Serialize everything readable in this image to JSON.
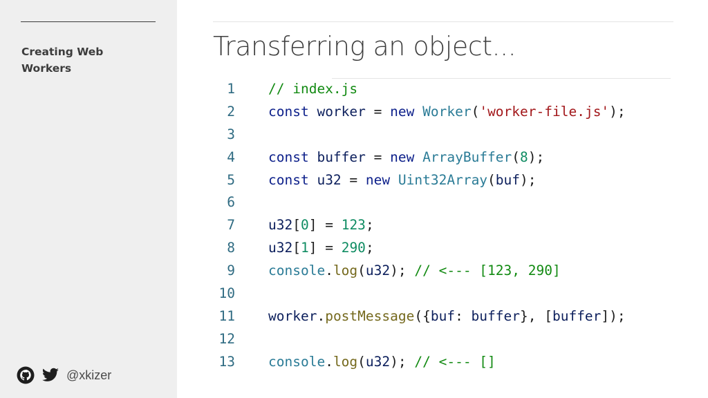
{
  "sidebar": {
    "section_title": "Creating Web\nWorkers",
    "handle": "@xkizer",
    "icons": [
      "github-icon",
      "twitter-icon"
    ]
  },
  "slide": {
    "title": "Transferring an object..."
  },
  "code": {
    "language": "javascript",
    "lines": [
      {
        "num": "1",
        "tokens": [
          {
            "t": "// index.js",
            "k": "c"
          }
        ]
      },
      {
        "num": "2",
        "tokens": [
          {
            "t": "const",
            "k": "k"
          },
          {
            "t": " ",
            "k": "p"
          },
          {
            "t": "worker",
            "k": "v"
          },
          {
            "t": " = ",
            "k": "p"
          },
          {
            "t": "new",
            "k": "k"
          },
          {
            "t": " ",
            "k": "p"
          },
          {
            "t": "Worker",
            "k": "cl"
          },
          {
            "t": "(",
            "k": "p"
          },
          {
            "t": "'worker-file.js'",
            "k": "s"
          },
          {
            "t": ");",
            "k": "p"
          }
        ]
      },
      {
        "num": "3",
        "tokens": []
      },
      {
        "num": "4",
        "tokens": [
          {
            "t": "const",
            "k": "k"
          },
          {
            "t": " ",
            "k": "p"
          },
          {
            "t": "buffer",
            "k": "v"
          },
          {
            "t": " = ",
            "k": "p"
          },
          {
            "t": "new",
            "k": "k"
          },
          {
            "t": " ",
            "k": "p"
          },
          {
            "t": "ArrayBuffer",
            "k": "cl"
          },
          {
            "t": "(",
            "k": "p"
          },
          {
            "t": "8",
            "k": "n"
          },
          {
            "t": ");",
            "k": "p"
          }
        ]
      },
      {
        "num": "5",
        "tokens": [
          {
            "t": "const",
            "k": "k"
          },
          {
            "t": " ",
            "k": "p"
          },
          {
            "t": "u32",
            "k": "v"
          },
          {
            "t": " = ",
            "k": "p"
          },
          {
            "t": "new",
            "k": "k"
          },
          {
            "t": " ",
            "k": "p"
          },
          {
            "t": "Uint32Array",
            "k": "cl"
          },
          {
            "t": "(",
            "k": "p"
          },
          {
            "t": "buf",
            "k": "v"
          },
          {
            "t": ");",
            "k": "p"
          }
        ]
      },
      {
        "num": "6",
        "tokens": []
      },
      {
        "num": "7",
        "tokens": [
          {
            "t": "u32",
            "k": "v"
          },
          {
            "t": "[",
            "k": "p"
          },
          {
            "t": "0",
            "k": "n"
          },
          {
            "t": "] = ",
            "k": "p"
          },
          {
            "t": "123",
            "k": "n"
          },
          {
            "t": ";",
            "k": "p"
          }
        ]
      },
      {
        "num": "8",
        "tokens": [
          {
            "t": "u32",
            "k": "v"
          },
          {
            "t": "[",
            "k": "p"
          },
          {
            "t": "1",
            "k": "n"
          },
          {
            "t": "] = ",
            "k": "p"
          },
          {
            "t": "290",
            "k": "n"
          },
          {
            "t": ";",
            "k": "p"
          }
        ]
      },
      {
        "num": "9",
        "tokens": [
          {
            "t": "console",
            "k": "cl"
          },
          {
            "t": ".",
            "k": "p"
          },
          {
            "t": "log",
            "k": "f"
          },
          {
            "t": "(",
            "k": "p"
          },
          {
            "t": "u32",
            "k": "v"
          },
          {
            "t": "); ",
            "k": "p"
          },
          {
            "t": "// <--- [123, 290]",
            "k": "c"
          }
        ]
      },
      {
        "num": "10",
        "tokens": []
      },
      {
        "num": "11",
        "tokens": [
          {
            "t": "worker",
            "k": "v"
          },
          {
            "t": ".",
            "k": "p"
          },
          {
            "t": "postMessage",
            "k": "f"
          },
          {
            "t": "({",
            "k": "p"
          },
          {
            "t": "buf",
            "k": "v"
          },
          {
            "t": ": ",
            "k": "p"
          },
          {
            "t": "buffer",
            "k": "v"
          },
          {
            "t": "}, [",
            "k": "p"
          },
          {
            "t": "buffer",
            "k": "v"
          },
          {
            "t": "]);",
            "k": "p"
          }
        ]
      },
      {
        "num": "12",
        "tokens": []
      },
      {
        "num": "13",
        "tokens": [
          {
            "t": "console",
            "k": "cl"
          },
          {
            "t": ".",
            "k": "p"
          },
          {
            "t": "log",
            "k": "f"
          },
          {
            "t": "(",
            "k": "p"
          },
          {
            "t": "u32",
            "k": "v"
          },
          {
            "t": "); ",
            "k": "p"
          },
          {
            "t": "// <--- []",
            "k": "c"
          }
        ]
      }
    ]
  }
}
